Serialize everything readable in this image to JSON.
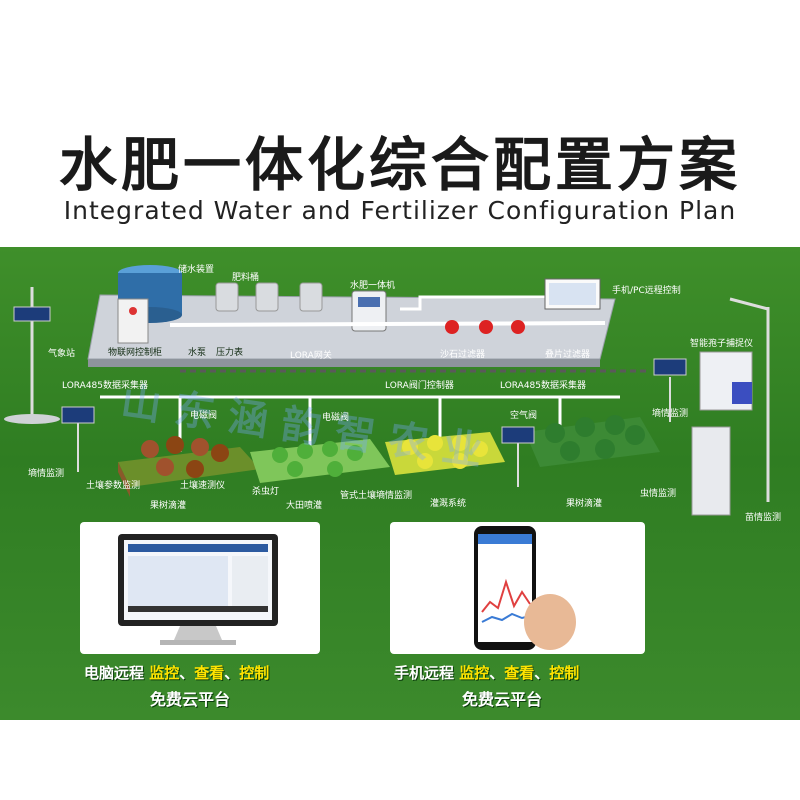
{
  "title": "水肥一体化综合配置方案",
  "subtitle": "Integrated Water and Fertilizer Configuration Plan",
  "watermark": "山东涵韵智农业",
  "labels": {
    "water_storage": "储水装置",
    "fertilizer_bucket": "肥料桶",
    "integrated_machine": "水肥一体机",
    "remote_control": "手机/PC远程控制",
    "weather_station": "气象站",
    "iot_cabinet": "物联网控制柜",
    "water_pump": "水泵",
    "pressure_gauge": "压力表",
    "lora_gateway": "LORA网关",
    "sand_filter": "沙石过滤器",
    "disc_filter": "叠片过滤器",
    "spore_trap": "智能孢子捕捉仪",
    "lora485_left": "LORA485数据采集器",
    "lora_valve": "LORA阀门控制器",
    "lora485_right": "LORA485数据采集器",
    "solenoid_1": "电磁阀",
    "solenoid_2": "电磁阀",
    "air_valve": "空气阀",
    "moisture_right": "墒情监测",
    "moisture_left": "墒情监测",
    "soil_param": "土壤参数监测",
    "soil_rate": "土壤速测仪",
    "insect_lamp": "杀虫灯",
    "pipe_soil": "管式土壤墒情监测",
    "orchard_drip_left": "果树滴灌",
    "field_spray": "大田喷灌",
    "irrigation_system": "灌溉系统",
    "orchard_drip_right": "果树滴灌",
    "pest_monitor": "虫情监测",
    "seedling_monitor": "苗情监测"
  },
  "captions": {
    "pc_line": [
      "电脑远程 ",
      "监控",
      "、",
      "查看",
      "、",
      "控制"
    ],
    "pc_line2": "免费云平台",
    "phone_line": [
      "手机远程 ",
      "监控",
      "、",
      "查看",
      "、",
      "控制"
    ],
    "phone_line2": "免费云平台"
  },
  "colors": {
    "field_green": "#3a8a2a",
    "highlight": "#ffe300",
    "platform": "#c9ccd3"
  }
}
